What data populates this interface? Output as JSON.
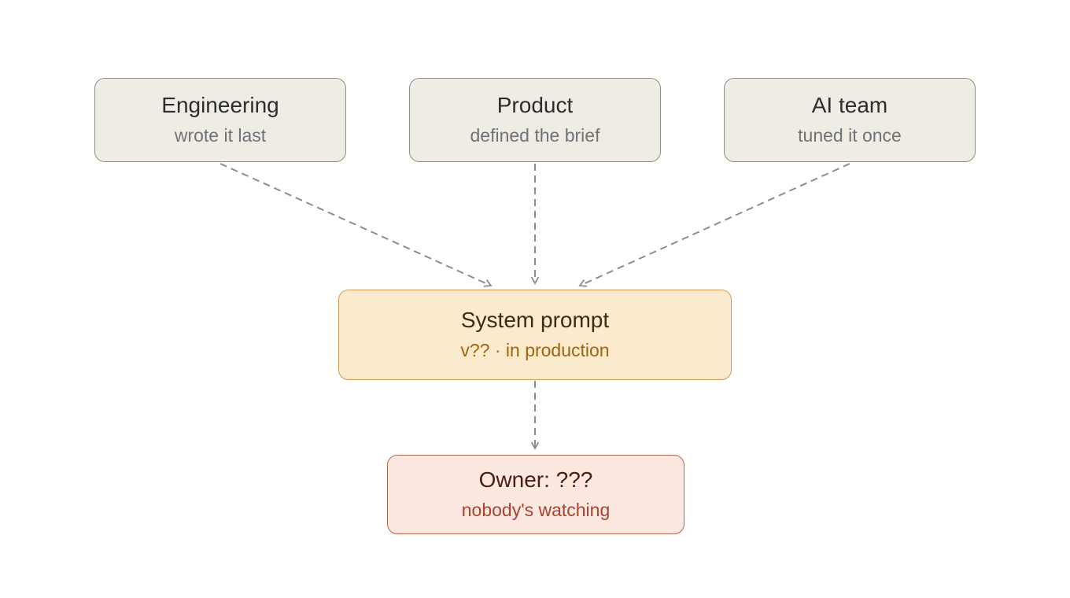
{
  "diagram": {
    "description": "Ownership diagram: three teams feed a production system prompt that has no owner",
    "background_color": "#ffffff",
    "edge_color": "#8d8d8d",
    "edge_style": "dashed",
    "nodes": [
      {
        "id": "engineering",
        "title": "Engineering",
        "subtitle": "wrote it last",
        "fill": "#efede3",
        "border": "#8f8f8f",
        "title_color": "#2d2d2d",
        "subtitle_color": "#6f7276"
      },
      {
        "id": "product",
        "title": "Product",
        "subtitle": "defined the brief",
        "fill": "#efede3",
        "border": "#8f8f8f",
        "title_color": "#2d2d2d",
        "subtitle_color": "#6f7276"
      },
      {
        "id": "ai-team",
        "title": "AI team",
        "subtitle": "tuned it once",
        "fill": "#efede3",
        "border": "#8f8f8f",
        "title_color": "#2d2d2d",
        "subtitle_color": "#6f7276"
      },
      {
        "id": "system-prompt",
        "title": "System prompt",
        "subtitle": "v?? · in production",
        "fill": "#fbeacd",
        "border": "#d09a51",
        "title_color": "#3e2b11",
        "subtitle_color": "#9d660e"
      },
      {
        "id": "owner",
        "title": "Owner: ???",
        "subtitle": "nobody's watching",
        "fill": "#fce8e1",
        "border": "#b5664b",
        "title_color": "#4a1d10",
        "subtitle_color": "#a54530"
      }
    ],
    "edges": [
      {
        "from": "engineering",
        "to": "system-prompt",
        "style": "dashed-arrow"
      },
      {
        "from": "product",
        "to": "system-prompt",
        "style": "dashed-arrow"
      },
      {
        "from": "ai-team",
        "to": "system-prompt",
        "style": "dashed-arrow"
      },
      {
        "from": "system-prompt",
        "to": "owner",
        "style": "dashed-arrow"
      }
    ]
  }
}
